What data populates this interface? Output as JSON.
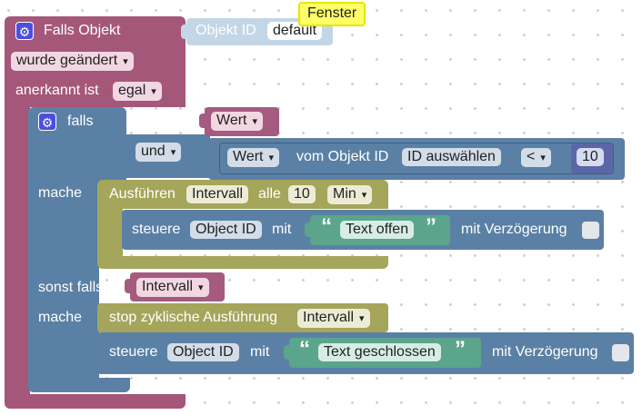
{
  "tooltip": {
    "text": "Fenster"
  },
  "trigger": {
    "title": "Falls Objekt",
    "objekt_id_label": "Objekt ID",
    "objekt_id_value": "default",
    "changed_option": "wurde geändert",
    "ack_label": "anerkannt ist",
    "ack_value": "egal"
  },
  "if_block": {
    "falls_label": "falls",
    "wert1": "Wert",
    "und": "und",
    "wert2": "Wert",
    "vom_objekt_id": "vom Objekt ID",
    "id_auswaehlen": "ID auswählen",
    "compare_op": "<",
    "number": "10",
    "mache1": "mache",
    "sonst_falls": "sonst falls",
    "mache2": "mache"
  },
  "interval": {
    "ausfuehren": "Ausführen",
    "name": "Intervall",
    "alle": "alle",
    "count": "10",
    "unit": "Min"
  },
  "steuere1": {
    "label": "steuere",
    "object_id": "Object ID",
    "mit": "mit",
    "quote_open": "“",
    "text": "Text offen",
    "quote_close": "”",
    "delay": "mit Verzögerung"
  },
  "sonst_var": "Intervall",
  "stop": {
    "label": "stop zyklische Ausführung",
    "name": "Intervall"
  },
  "steuere2": {
    "label": "steuere",
    "object_id": "Object ID",
    "mit": "mit",
    "quote_open": "“",
    "text": "Text geschlossen",
    "quote_close": "”",
    "delay": "mit Verzögerung"
  },
  "colors": {
    "trigger": "#a5577a",
    "logic": "#5b80a5",
    "variable": "#a55b80",
    "timer": "#a5a55b",
    "text": "#5ba58c",
    "math": "#5b67a5",
    "tooltip": "#ffff66"
  }
}
